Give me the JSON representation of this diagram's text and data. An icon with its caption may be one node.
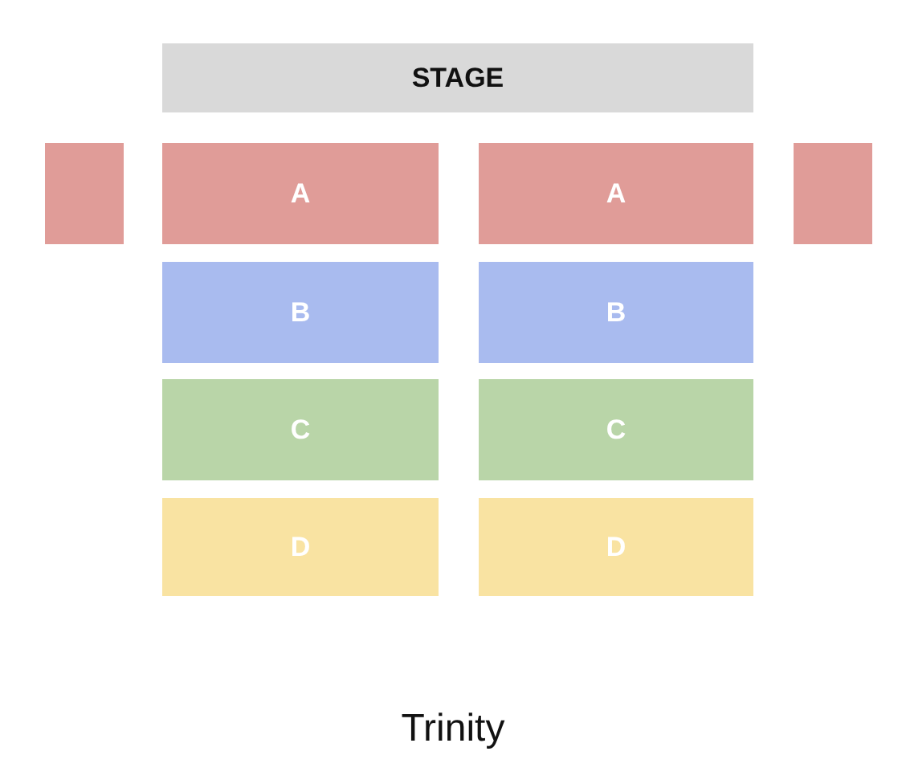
{
  "diagram": {
    "caption": "Trinity",
    "nodes": [
      {
        "text": [
          "STAGE"
        ]
      },
      {
        "text": [],
        "shape": "box"
      },
      {
        "text": [
          "A"
        ]
      },
      {
        "text": [
          "A"
        ]
      },
      {
        "text": [],
        "shape": "box"
      },
      {
        "text": [
          "B"
        ]
      },
      {
        "text": [
          "B"
        ]
      },
      {
        "text": [
          "C"
        ]
      },
      {
        "text": [
          "C"
        ]
      },
      {
        "text": [
          "D"
        ]
      },
      {
        "text": [
          "D"
        ]
      }
    ]
  }
}
